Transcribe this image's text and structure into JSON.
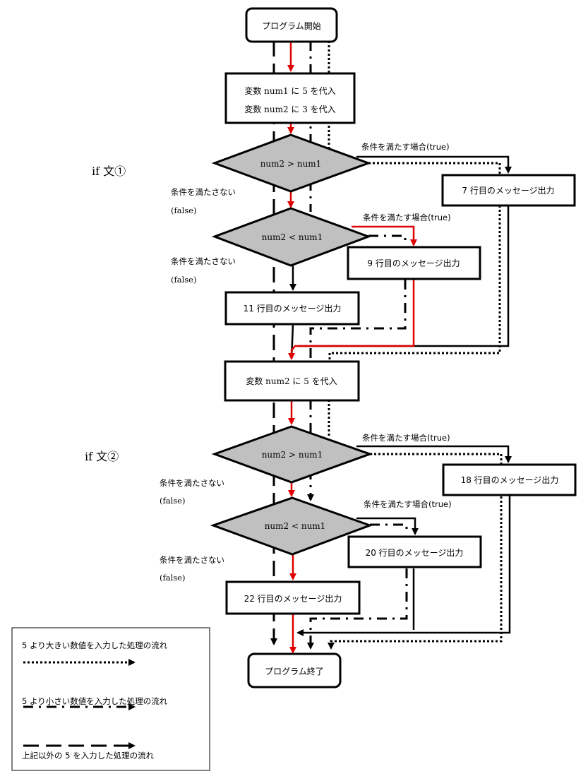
{
  "nodes": {
    "start": "プログラム開始",
    "assign1_line1": "変数 num1 に 5 を代入",
    "assign1_line2": "変数 num2 に 3 を代入",
    "cond1": "num2 > num1",
    "out7": "7 行目のメッセージ出力",
    "cond2": "num2 < num1",
    "out9": "9 行目のメッセージ出力",
    "out11": "11 行目のメッセージ出力",
    "assign2": "変数 num2 に 5 を代入",
    "cond3": "num2 > num1",
    "out18": "18 行目のメッセージ出力",
    "cond4": "num2 < num1",
    "out20": "20 行目のメッセージ出力",
    "out22": "22 行目のメッセージ出力",
    "end": "プログラム終了"
  },
  "section_labels": {
    "if1": "if 文①",
    "if2": "if 文②"
  },
  "edge_labels": {
    "true": "条件を満たす場合(true)",
    "false_line1": "条件を満たさない",
    "false_line2": "(false)"
  },
  "legend": {
    "items": [
      {
        "label": "5 より大きい数値を入力した処理の流れ",
        "style": "dotted"
      },
      {
        "label": "5 より小さい数値を入力した処理の流れ",
        "style": "dash-dot"
      },
      {
        "label": "上記以外の 5 を入力した処理の流れ",
        "style": "dashed"
      }
    ]
  },
  "colors": {
    "highlight_flow": "#e00000",
    "decision_fill": "#c0c0c0"
  }
}
